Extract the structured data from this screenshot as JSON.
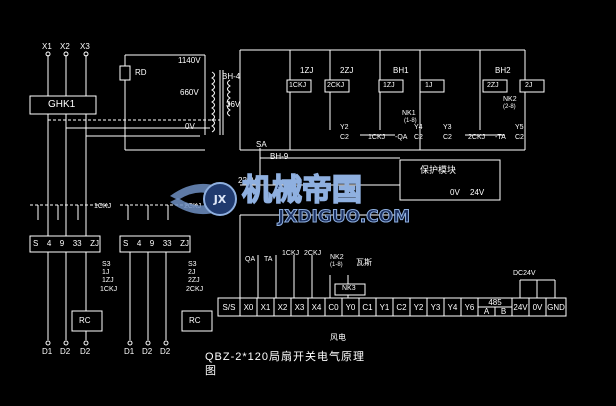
{
  "title_line1": "QBZ-2*120局扇开关电气原理",
  "title_line2": "图",
  "watermark": {
    "cn": "机械帝国",
    "en": "JXDIGUO.COM",
    "emblem": "JX"
  },
  "terminals_top": [
    "X1",
    "X2",
    "X3"
  ],
  "switch_main": "GHK1",
  "fuse": "RD",
  "transformer": {
    "primary_1140": "1140V",
    "primary_660": "660V",
    "primary_0": "0V",
    "secondary_36": "36V",
    "label": "BH-4"
  },
  "aux": {
    "sa": "SA",
    "bh9": "BH-9",
    "v220": "220V",
    "module": "保护模块",
    "dc24v": "24V",
    "ov": "0V"
  },
  "relay_coils": [
    "1ZJ",
    "2ZJ",
    "BH1",
    "BH2"
  ],
  "relay_contacts": [
    "1CKJ",
    "2CKJ",
    "1ZJ",
    "1J",
    "2ZJ",
    "2J"
  ],
  "mid_labels": {
    "y2": "Y2",
    "c2a": "C2",
    "nk1": "NK1",
    "nk1n": "(1-8)",
    "ckj1qa": "1CKJ",
    "qa": "-QA",
    "y4": "Y4",
    "c2b": "C2",
    "y3": "Y3",
    "c2c": "C2",
    "nk2": "NK2",
    "nk2n": "(2-8)",
    "ckj2ta": "2CKJ",
    "ta": "-TA",
    "y5": "Y5",
    "c2d": "C2"
  },
  "left_block": {
    "ckj": "1CKJ",
    "terms": [
      "S",
      "4",
      "9",
      "33",
      "ZJ"
    ],
    "s3": "S3",
    "j": "1J",
    "zj": "1ZJ",
    "ckj2": "1CKJ",
    "rc": "RC"
  },
  "right_block": {
    "ckj": "2CKJ",
    "terms": [
      "S",
      "4",
      "9",
      "33",
      "ZJ"
    ],
    "s3": "S3",
    "j": "2J",
    "zj": "2ZJ",
    "ckj2": "2CKJ",
    "rc": "RC"
  },
  "bottom_terminals": [
    "D1",
    "D2",
    "D2",
    "D1",
    "D2",
    "D2"
  ],
  "plc": {
    "cells": [
      "S/S",
      "X0",
      "X1",
      "X2",
      "X3",
      "X4",
      "C0",
      "Y0",
      "C1",
      "Y1",
      "C2",
      "Y2",
      "Y3",
      "Y4",
      "Y6",
      "485",
      "24V",
      "0V",
      "GND"
    ],
    "rs_a": "A",
    "rs_b": "B",
    "dc": "DC24V",
    "qa": "QA",
    "ta": "TA",
    "ckj1": "1CKJ",
    "ckj2": "2CKJ",
    "nk2": "NK2",
    "nk2n": "(1-8)",
    "nk3": "NK3",
    "wasi": "瓦斯",
    "fengdian": "风电"
  }
}
